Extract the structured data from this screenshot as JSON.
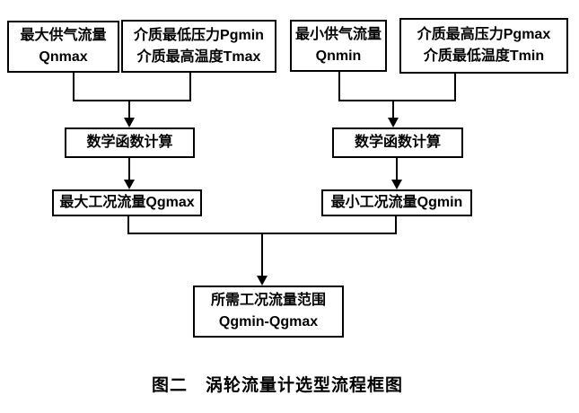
{
  "diagram": {
    "caption": "图二　涡轮流量计选型流程框图",
    "colors": {
      "line": "#000000",
      "background": "#ffffff",
      "text": "#000000"
    },
    "icons": {
      "flow-arrowhead": "solid downward triangle (css shape)"
    },
    "boxes": [
      {
        "id": "max-supply-flow",
        "lines": [
          "最大供气流量",
          "Qnmax"
        ]
      },
      {
        "id": "medium-min-pressure-max-temp",
        "lines": [
          "介质最低压力Pgmin",
          "介质最高温度Tmax"
        ]
      },
      {
        "id": "min-supply-flow",
        "lines": [
          "最小供气流量",
          "Qnmin"
        ]
      },
      {
        "id": "medium-max-pressure-min-temp",
        "lines": [
          "介质最高压力Pgmax",
          "介质最低温度Tmin"
        ]
      },
      {
        "id": "math-calc-left",
        "lines": [
          "数学函数计算"
        ]
      },
      {
        "id": "math-calc-right",
        "lines": [
          "数学函数计算"
        ]
      },
      {
        "id": "max-working-flow",
        "lines": [
          "最大工况流量Qgmax"
        ]
      },
      {
        "id": "min-working-flow",
        "lines": [
          "最小工况流量Qgmin"
        ]
      },
      {
        "id": "required-flow-range",
        "lines": [
          "所需工况流量范围",
          "Qgmin-Qgmax"
        ]
      }
    ]
  }
}
